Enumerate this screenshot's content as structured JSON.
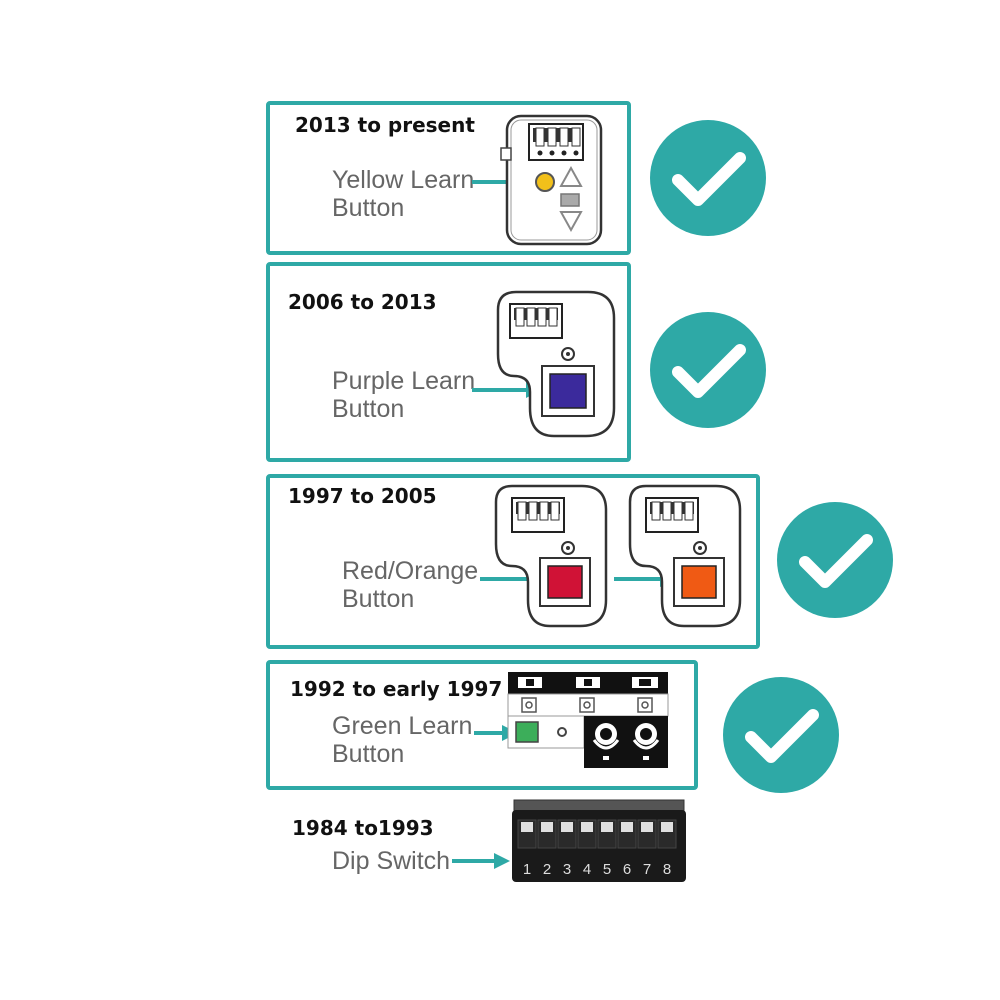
{
  "colors": {
    "accent": "#2ea9a6",
    "yellow_button": "#f2c01a",
    "purple_button": "#3b2a9c",
    "red_button": "#d01236",
    "orange_button": "#f05a14",
    "green_button": "#3cae5a"
  },
  "sections": [
    {
      "years": "2013 to present",
      "label_line1": "Yellow Learn",
      "label_line2": "Button",
      "check_icon": "check-icon"
    },
    {
      "years": "2006 to 2013",
      "label_line1": "Purple Learn",
      "label_line2": "Button",
      "check_icon": "check-icon"
    },
    {
      "years": "1997 to 2005",
      "label_line1": "Red/Orange",
      "label_line2": "Button",
      "check_icon": "check-icon"
    },
    {
      "years": "1992 to early 1997",
      "label_line1": "Green Learn",
      "label_line2": "Button",
      "check_icon": "check-icon"
    },
    {
      "years": "1984 to1993",
      "label_line1": "Dip Switch",
      "label_line2": ""
    }
  ],
  "dip_switch": {
    "numbers": [
      "1",
      "2",
      "3",
      "4",
      "5",
      "6",
      "7",
      "8"
    ]
  }
}
